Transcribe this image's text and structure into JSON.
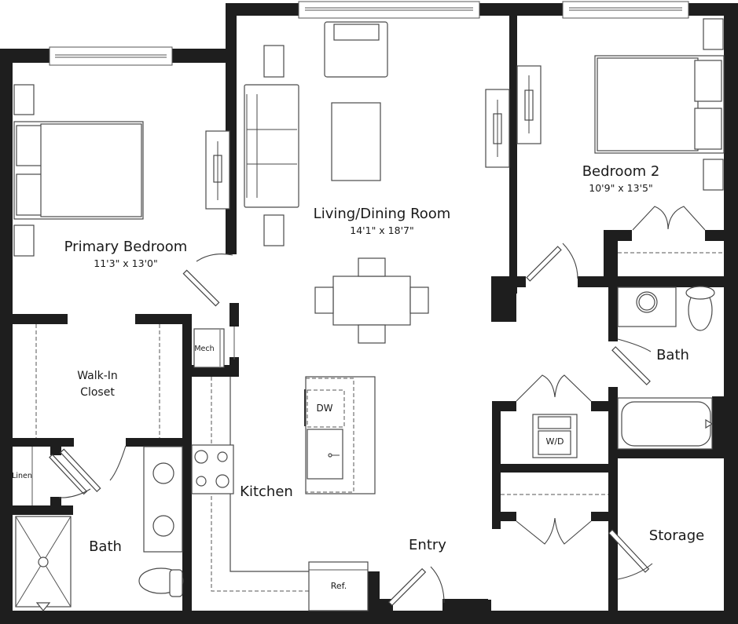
{
  "plan": {
    "type": "two-bedroom apartment floor plan",
    "wall_color": "#1e1e1e",
    "line_color": "#4a4a4a",
    "background": "#ffffff"
  },
  "rooms": {
    "primary_bedroom": {
      "name": "Primary Bedroom",
      "dimensions": "11'3\" x 13'0\""
    },
    "living_dining": {
      "name": "Living/Dining Room",
      "dimensions": "14'1\" x 18'7\""
    },
    "bedroom_2": {
      "name": "Bedroom  2",
      "dimensions": "10'9\" x 13'5\""
    },
    "walk_in_closet": {
      "line1": "Walk-In",
      "line2": "Closet"
    },
    "kitchen": {
      "name": "Kitchen"
    },
    "primary_bath": {
      "name": "Bath"
    },
    "bath_2": {
      "name": "Bath"
    },
    "entry": {
      "name": "Entry"
    },
    "storage": {
      "name": "Storage"
    },
    "linen": {
      "name": "Linen"
    },
    "mech": {
      "name": "Mech"
    }
  },
  "fixtures": {
    "dishwasher": "DW",
    "washer_dryer": "W/D",
    "refrigerator": "Ref."
  }
}
